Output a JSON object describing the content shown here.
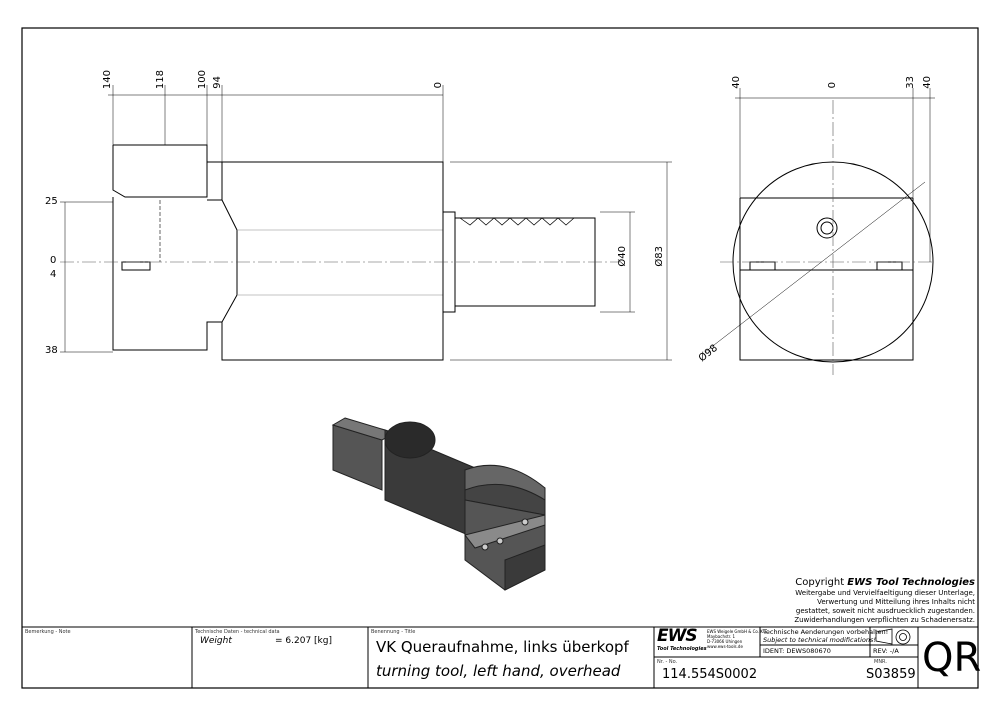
{
  "dimensions": {
    "top_left": [
      "140",
      "118",
      "100",
      "94",
      "0"
    ],
    "left_side": [
      "25",
      "0",
      "4",
      "38"
    ],
    "diameters": [
      "Ø40",
      "Ø83"
    ],
    "top_right": [
      "40",
      "0",
      "33",
      "40"
    ],
    "circle_diameter": "Ø98"
  },
  "copyright": {
    "prefix": "Copyright ",
    "brand": "EWS Tool Technologies",
    "lines": [
      "Weitergabe und Vervielfaeltigung dieser Unterlage,",
      "Verwertung und Mitteilung ihres Inhalts nicht",
      "gestattet, soweit nicht ausdruecklich zugestanden.",
      "Zuwiderhandlungen verpflichten zu Schadenersatz."
    ]
  },
  "title_block": {
    "note_label": "Bemerkung - Note",
    "tech_label": "Technische Daten - technical data",
    "weight_label": "Weight",
    "weight_value": "= 6.207 [kg]",
    "title_label": "Benennung - Title",
    "title_de": "VK Queraufnahme, links überkopf",
    "title_en": "turning tool, left hand, overhead",
    "logo_text": "EWS",
    "logo_sub": "Tool Technologies",
    "address": [
      "EWS Weigele GmbH & Co. KG",
      "Maybachstr. 1",
      "D-73066 Uhingen",
      "www.ews-tools.de"
    ],
    "changes_de": "Technische Aenderungen vorbehalten!",
    "changes_en": "Subject to technical modifications!",
    "ident": "IDENT:  DEWS080670",
    "rev": "REV:  -/A",
    "nr_label": "Nr. - No.",
    "nr_value": "114.554S0002",
    "mnr_label": "MNR.",
    "mnr_value": "S03859",
    "qr": "QR"
  }
}
